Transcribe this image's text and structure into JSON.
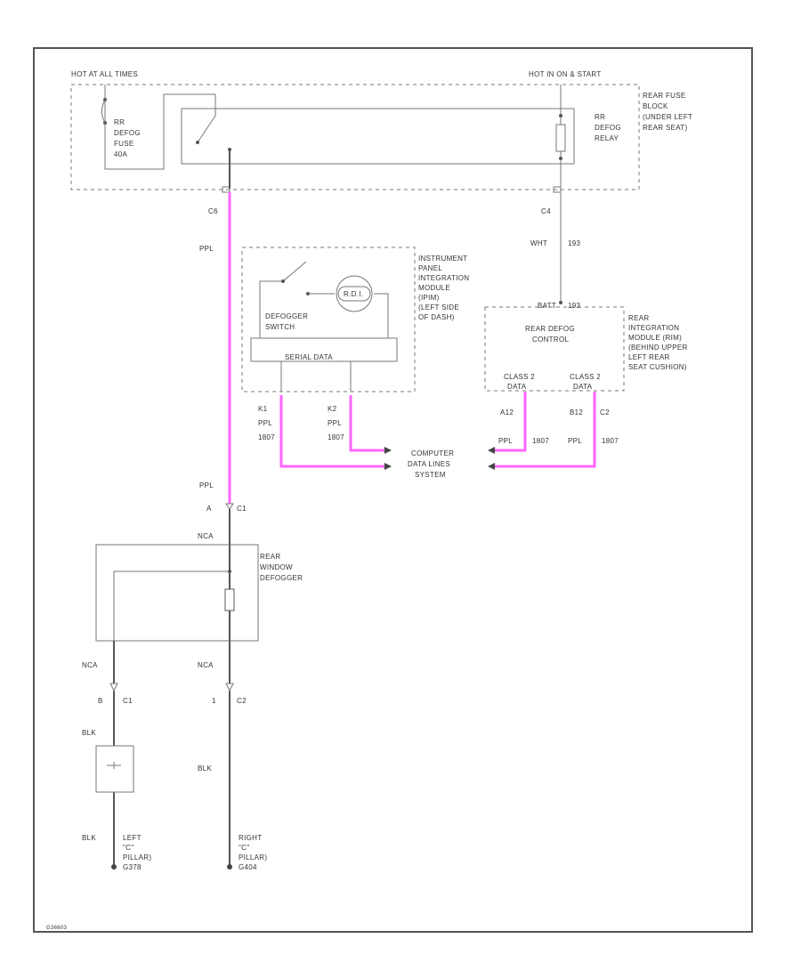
{
  "colors": {
    "data_wire": "#ff66ff",
    "wire": "#555555"
  },
  "labels": {
    "hot_at_all_times": "HOT AT ALL TIMES",
    "hot_in_on": "HOT IN ON & START",
    "fuse": [
      "RR",
      "DEFOG",
      "FUSE",
      "40A"
    ],
    "relay": [
      "RR",
      "DEFOG",
      "RELAY"
    ],
    "rear_fuse_block": [
      "REAR FUSE",
      "BLOCK",
      "(UNDER LEFT",
      "REAR SEAT)"
    ],
    "conn_c6": "C6",
    "conn_c4": "C4",
    "ppl_top": "PPL",
    "wht_wire": "WHT",
    "wht_circuit": "193",
    "ipim": [
      "INSTRUMENT",
      "PANEL",
      "INTEGRATION",
      "MODULE",
      "(IPIM)",
      "(LEFT SIDE",
      "OF DASH)"
    ],
    "defogger_switch": [
      "DEFOGGER",
      "SWITCH"
    ],
    "switch_indicator": "R.D.I.",
    "serial_data": "SERIAL DATA",
    "ipim_pin1": "K1",
    "ipim_pin2": "K2",
    "ppl": "PPL",
    "circuit_1807": "1807",
    "rear_defog_control": [
      "REAR DEFOG",
      "CONTROL"
    ],
    "batt": "BATT",
    "batt_circuit": "193",
    "class2_left": [
      "CLASS 2",
      "DATA"
    ],
    "class2_right": [
      "CLASS 2",
      "DATA"
    ],
    "rim": [
      "REAR",
      "INTEGRATION",
      "MODULE (RIM)",
      "(BEHIND UPPER",
      "LEFT REAR",
      "SEAT CUSHION)"
    ],
    "rim_pin1": "A12",
    "rim_pin2": "B12",
    "rim_conn": "C2",
    "computer_data": [
      "COMPUTER",
      "DATA LINES",
      "SYSTEM"
    ],
    "ppl_mid": "PPL",
    "conn_a": "A",
    "conn_c1": "C1",
    "nca_top": "NCA",
    "rear_window_defogger": [
      "REAR",
      "WINDOW",
      "DEFOGGER"
    ],
    "nca_left": "NCA",
    "nca_right": "NCA",
    "pin_b": "B",
    "pin_c1": "C1",
    "pin_1": "1",
    "pin_c2": "C2",
    "blk_left": "BLK",
    "blk_right": "BLK",
    "blk_bottom": "BLK",
    "left_ground": [
      "LEFT",
      "\"C\"",
      "PILLAR)",
      "G378"
    ],
    "right_ground": [
      "RIGHT",
      "\"C\"",
      "PILLAR)",
      "G404"
    ],
    "figure_id": "G36603"
  }
}
